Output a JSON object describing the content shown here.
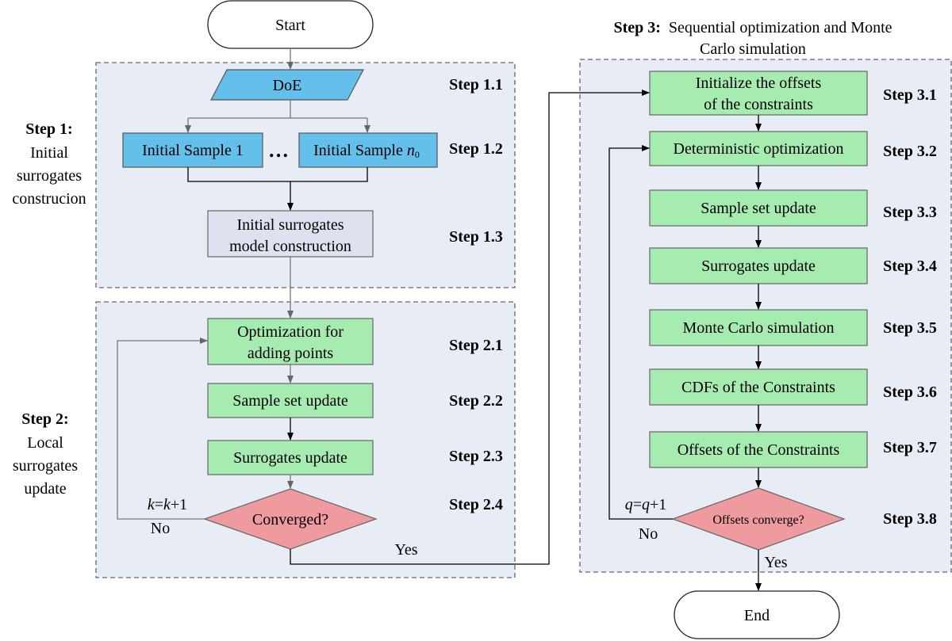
{
  "terminals": {
    "start": "Start",
    "end": "End"
  },
  "groups": {
    "step1": {
      "label": "Step 1:",
      "lines": [
        "Initial",
        "surrogates",
        "construcion"
      ]
    },
    "step2": {
      "label": "Step 2:",
      "lines": [
        "Local",
        "surrogates",
        "update"
      ]
    },
    "step3": {
      "label": "Step 3:",
      "title_line1": "Sequential optimization and Monte",
      "title_line2": "Carlo simulation"
    }
  },
  "step1_nodes": {
    "doe": "DoE",
    "sample1": "Initial Sample 1",
    "ellipsis": "…",
    "sample_n": "Initial Sample ",
    "sample_n_var": "n",
    "sample_n_sub": "0",
    "surrogate_line1": "Initial surrogates",
    "surrogate_line2": "model construction"
  },
  "step2_nodes": {
    "opt_line1": "Optimization for",
    "opt_line2": "adding points",
    "sample_update": "Sample set update",
    "surrogates_update": "Surrogates update",
    "converged": "Converged?"
  },
  "step3_nodes": {
    "init_line1": "Initialize the offsets",
    "init_line2": "of the constraints",
    "det_opt": "Deterministic optimization",
    "sample_update": "Sample set update",
    "surrogates_update": "Surrogates update",
    "monte_carlo": "Monte Carlo simulation",
    "cdfs": "CDFs of the Constraints",
    "offsets": "Offsets of the Constraints",
    "offsets_converge": "Offsets converge?"
  },
  "step_labels": {
    "s1_1": "Step 1.1",
    "s1_2": "Step 1.2",
    "s1_3": "Step 1.3",
    "s2_1": "Step 2.1",
    "s2_2": "Step 2.2",
    "s2_3": "Step 2.3",
    "s2_4": "Step 2.4",
    "s3_1": "Step 3.1",
    "s3_2": "Step 3.2",
    "s3_3": "Step 3.3",
    "s3_4": "Step 3.4",
    "s3_5": "Step 3.5",
    "s3_6": "Step 3.6",
    "s3_7": "Step 3.7",
    "s3_8": "Step 3.8"
  },
  "edge_labels": {
    "loop_k_var": "k",
    "loop_k_mid": "=",
    "loop_k_var2": "k",
    "loop_k_tail": "+1",
    "loop_q_var": "q",
    "loop_q_mid": "=",
    "loop_q_var2": "q",
    "loop_q_tail": "+1",
    "no_left": "No",
    "yes_left": "Yes",
    "no_right": "No",
    "yes_right": "Yes"
  },
  "colors": {
    "process_green": "#a6ebb0",
    "input_blue": "#64c0ea",
    "model_gray": "#dde2ee",
    "decision_red": "#ee9a9e",
    "panel_fill": "#e8ecf5"
  }
}
